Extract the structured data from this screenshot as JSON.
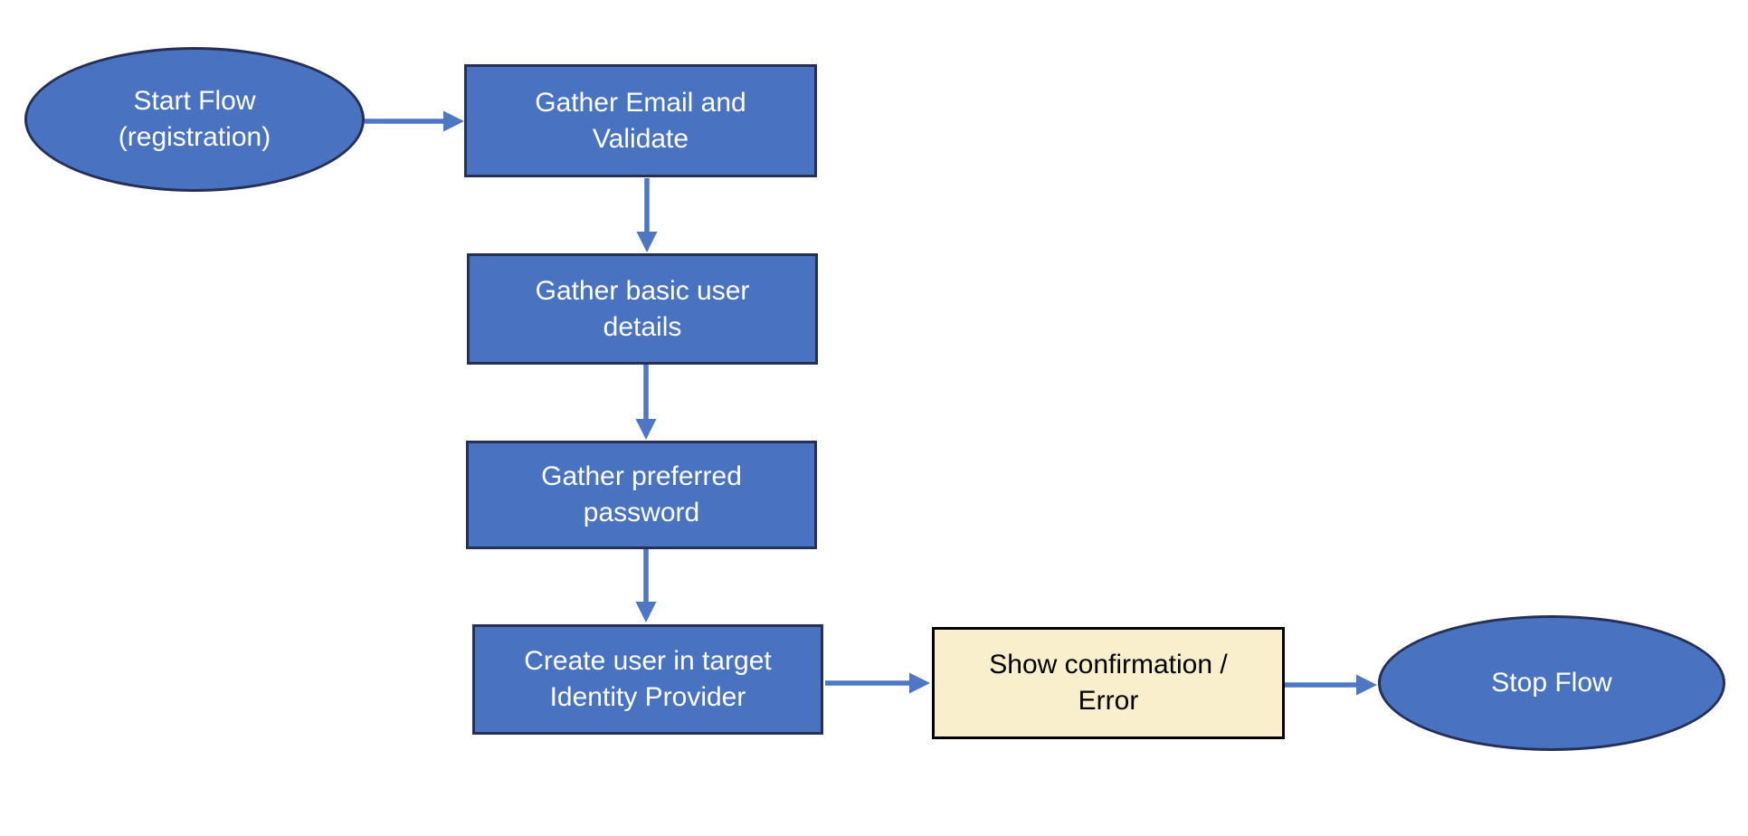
{
  "colors": {
    "canvas_bg": "#ffffff",
    "node_fill": "#4973c0",
    "node_border": "#262f55",
    "node_text": "#ffffff",
    "result_fill": "#faefcd",
    "result_border": "#000000",
    "result_text": "#000000",
    "arrow": "#4e77c3"
  },
  "diagram": {
    "type": "flowchart",
    "nodes": {
      "start": {
        "shape": "ellipse",
        "label": "Start Flow\n(registration)"
      },
      "gather_email": {
        "shape": "process",
        "label": "Gather Email and\nValidate"
      },
      "gather_details": {
        "shape": "process",
        "label": "Gather basic user\ndetails"
      },
      "gather_password": {
        "shape": "process",
        "label": "Gather preferred\npassword"
      },
      "create_user": {
        "shape": "process",
        "label": "Create user in target\nIdentity Provider"
      },
      "show_confirmation": {
        "shape": "process",
        "label": "Show confirmation /\nError"
      },
      "stop": {
        "shape": "ellipse",
        "label": "Stop Flow"
      }
    },
    "edges": [
      {
        "from": "start",
        "to": "gather_email"
      },
      {
        "from": "gather_email",
        "to": "gather_details"
      },
      {
        "from": "gather_details",
        "to": "gather_password"
      },
      {
        "from": "gather_password",
        "to": "create_user"
      },
      {
        "from": "create_user",
        "to": "show_confirmation"
      },
      {
        "from": "show_confirmation",
        "to": "stop"
      }
    ]
  }
}
